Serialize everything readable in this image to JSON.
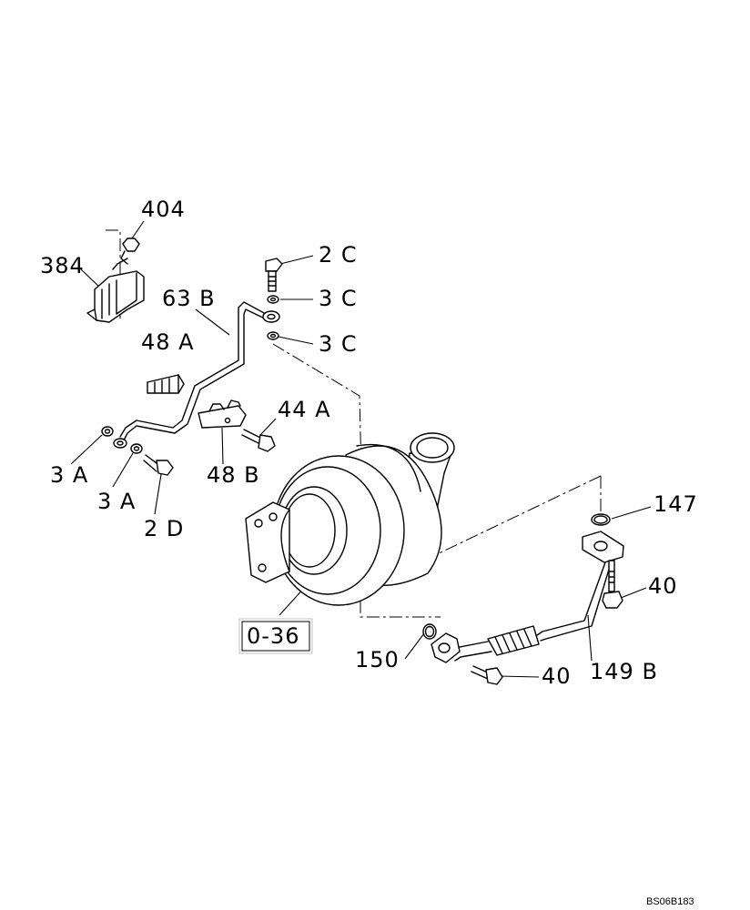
{
  "diagram": {
    "labels": [
      {
        "id": "l404",
        "text": "404"
      },
      {
        "id": "l384",
        "text": "384"
      },
      {
        "id": "l2c",
        "text": "2 C"
      },
      {
        "id": "l3c1",
        "text": "3 C"
      },
      {
        "id": "l3c2",
        "text": "3 C"
      },
      {
        "id": "l63b",
        "text": "63 B"
      },
      {
        "id": "l48a",
        "text": "48 A"
      },
      {
        "id": "l44a",
        "text": "44 A"
      },
      {
        "id": "l3a1",
        "text": "3 A"
      },
      {
        "id": "l3a2",
        "text": "3 A"
      },
      {
        "id": "l48b",
        "text": "48 B"
      },
      {
        "id": "l2d",
        "text": "2 D"
      },
      {
        "id": "l147",
        "text": "147"
      },
      {
        "id": "l40a",
        "text": "40"
      },
      {
        "id": "l150",
        "text": "150"
      },
      {
        "id": "l40b",
        "text": "40"
      },
      {
        "id": "l149b",
        "text": "149 B"
      }
    ],
    "reference_box": "0-36",
    "drawing_code": "BS06B183"
  }
}
